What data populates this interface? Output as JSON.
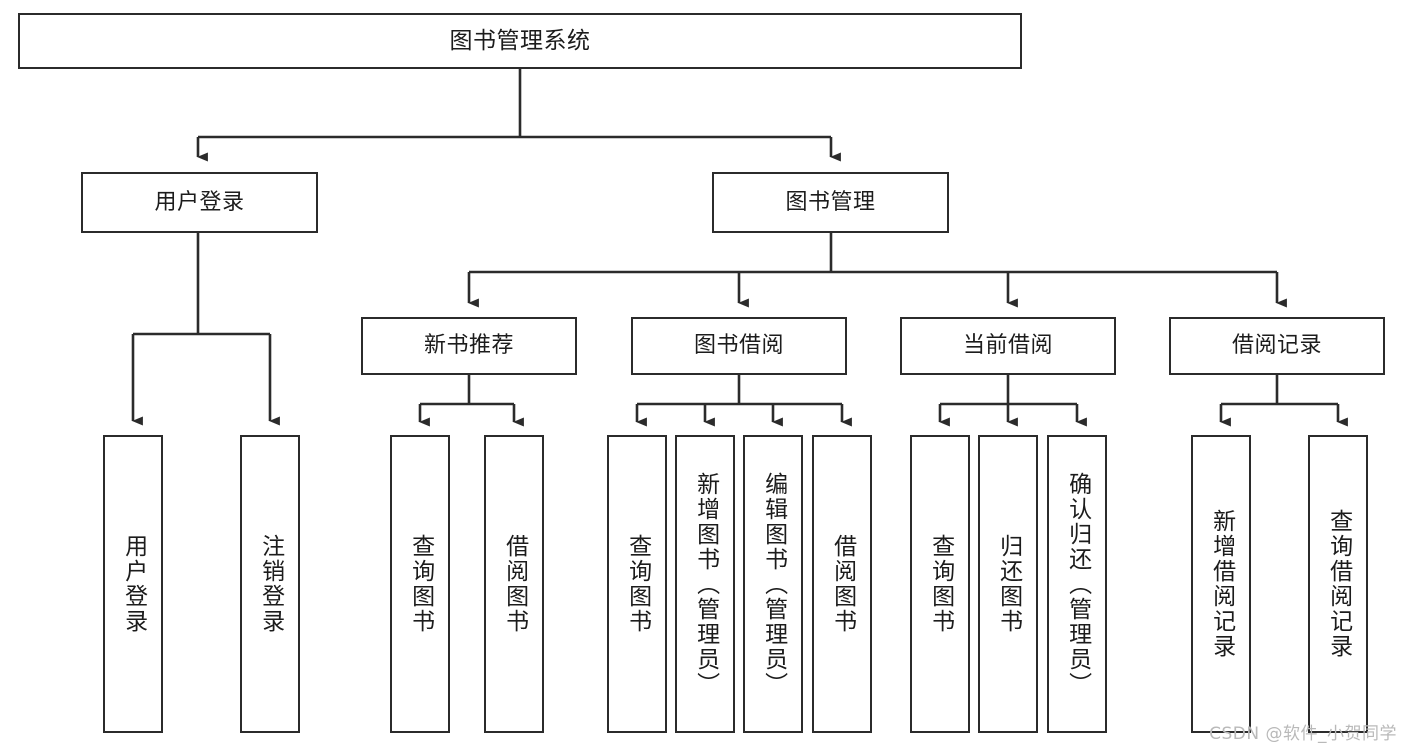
{
  "diagram": {
    "title": "图书管理系统",
    "watermark": "CSDN @软件_小贺同学",
    "stroke_color": "#2b2b2b",
    "text_color": "#1c1c1c",
    "background_color": "#ffffff",
    "watermark_color": "#b9b9b9"
  },
  "nodes": {
    "root": {
      "label": "图书管理系统"
    },
    "level2": [
      {
        "label": "用户登录"
      },
      {
        "label": "图书管理"
      }
    ],
    "level3": [
      {
        "label": "新书推荐"
      },
      {
        "label": "图书借阅"
      },
      {
        "label": "当前借阅"
      },
      {
        "label": "借阅记录"
      }
    ],
    "leaves": [
      {
        "label": "用户登录"
      },
      {
        "label": "注销登录"
      },
      {
        "label": "查询图书"
      },
      {
        "label": "借阅图书"
      },
      {
        "label": "查询图书"
      },
      {
        "label": "新增图书（管理员）"
      },
      {
        "label": "编辑图书（管理员）"
      },
      {
        "label": "借阅图书"
      },
      {
        "label": "查询图书"
      },
      {
        "label": "归还图书"
      },
      {
        "label": "确认归还（管理员）"
      },
      {
        "label": "新增借阅记录"
      },
      {
        "label": "查询借阅记录"
      }
    ]
  },
  "chart_data": {
    "type": "tree-diagram",
    "title": "图书管理系统",
    "orientation": "top-down",
    "edge_style": "orthogonal-arrow",
    "tree": {
      "label": "图书管理系统",
      "children": [
        {
          "label": "用户登录",
          "children": [
            {
              "label": "用户登录"
            },
            {
              "label": "注销登录"
            }
          ]
        },
        {
          "label": "图书管理",
          "children": [
            {
              "label": "新书推荐",
              "children": [
                {
                  "label": "查询图书"
                },
                {
                  "label": "借阅图书"
                }
              ]
            },
            {
              "label": "图书借阅",
              "children": [
                {
                  "label": "查询图书"
                },
                {
                  "label": "新增图书（管理员）"
                },
                {
                  "label": "编辑图书（管理员）"
                },
                {
                  "label": "借阅图书"
                }
              ]
            },
            {
              "label": "当前借阅",
              "children": [
                {
                  "label": "查询图书"
                },
                {
                  "label": "归还图书"
                },
                {
                  "label": "确认归还（管理员）"
                }
              ]
            },
            {
              "label": "借阅记录",
              "children": [
                {
                  "label": "新增借阅记录"
                },
                {
                  "label": "查询借阅记录"
                }
              ]
            }
          ]
        }
      ]
    }
  }
}
